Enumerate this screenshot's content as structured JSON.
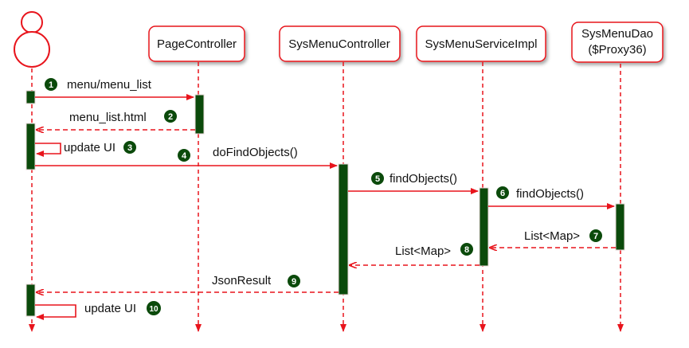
{
  "actor": {
    "name": ""
  },
  "participants": [
    {
      "id": "page",
      "lines": [
        "PageController"
      ]
    },
    {
      "id": "menuCtl",
      "lines": [
        "SysMenuController"
      ]
    },
    {
      "id": "service",
      "lines": [
        "SysMenuServiceImpl"
      ]
    },
    {
      "id": "dao",
      "lines": [
        "SysMenuDao",
        "($Proxy36)"
      ]
    }
  ],
  "messages": [
    {
      "num": "1",
      "label": "menu/menu_list",
      "from": "actor",
      "to": "page",
      "kind": "call"
    },
    {
      "num": "2",
      "label": "menu_list.html",
      "from": "page",
      "to": "actor",
      "kind": "return"
    },
    {
      "num": "3",
      "label": "update UI",
      "from": "actor",
      "to": "actor",
      "kind": "self"
    },
    {
      "num": "4",
      "label": "doFindObjects()",
      "from": "actor",
      "to": "menuCtl",
      "kind": "call"
    },
    {
      "num": "5",
      "label": "findObjects()",
      "from": "menuCtl",
      "to": "service",
      "kind": "call"
    },
    {
      "num": "6",
      "label": "findObjects()",
      "from": "service",
      "to": "dao",
      "kind": "call"
    },
    {
      "num": "7",
      "label": "List<Map>",
      "from": "dao",
      "to": "service",
      "kind": "return"
    },
    {
      "num": "8",
      "label": "List<Map>",
      "from": "service",
      "to": "menuCtl",
      "kind": "return"
    },
    {
      "num": "9",
      "label": "JsonResult",
      "from": "menuCtl",
      "to": "actor",
      "kind": "return"
    },
    {
      "num": "10",
      "label": "update UI",
      "from": "actor",
      "to": "actor",
      "kind": "self"
    }
  ],
  "colors": {
    "line": "#e8141c",
    "activation": "#0b4a0b",
    "badge": "#0b4a0b",
    "box_border": "#e8141c",
    "text": "#111111"
  }
}
